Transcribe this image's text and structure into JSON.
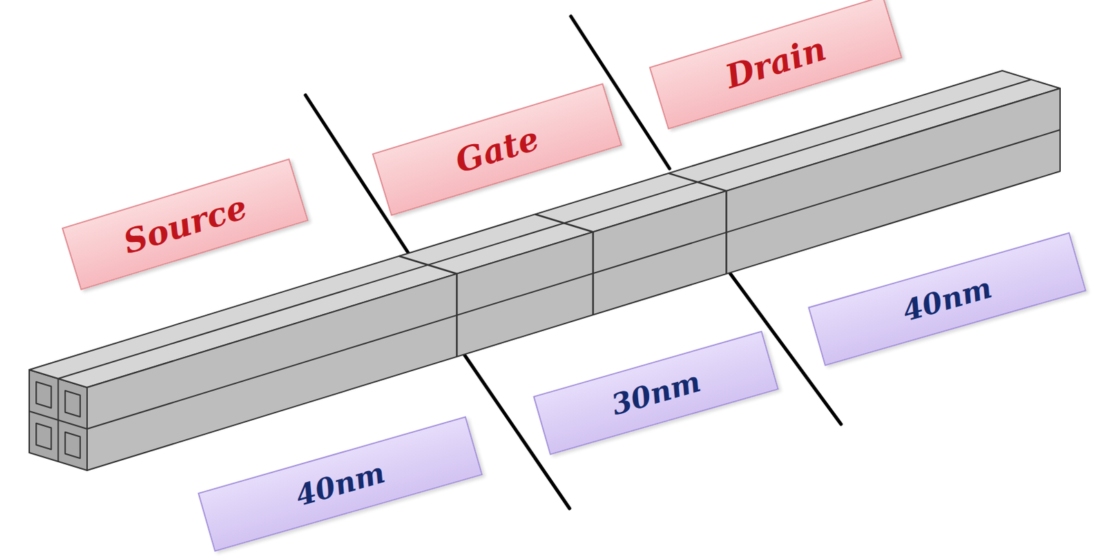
{
  "diagram": {
    "nodes": [
      {
        "text": [
          "Source"
        ]
      },
      {
        "text": [
          "Gate"
        ]
      },
      {
        "text": [
          "Drain"
        ]
      },
      {
        "text": [
          "40nm"
        ]
      },
      {
        "text": [
          "30nm"
        ]
      },
      {
        "text": [
          "40nm"
        ]
      }
    ]
  }
}
